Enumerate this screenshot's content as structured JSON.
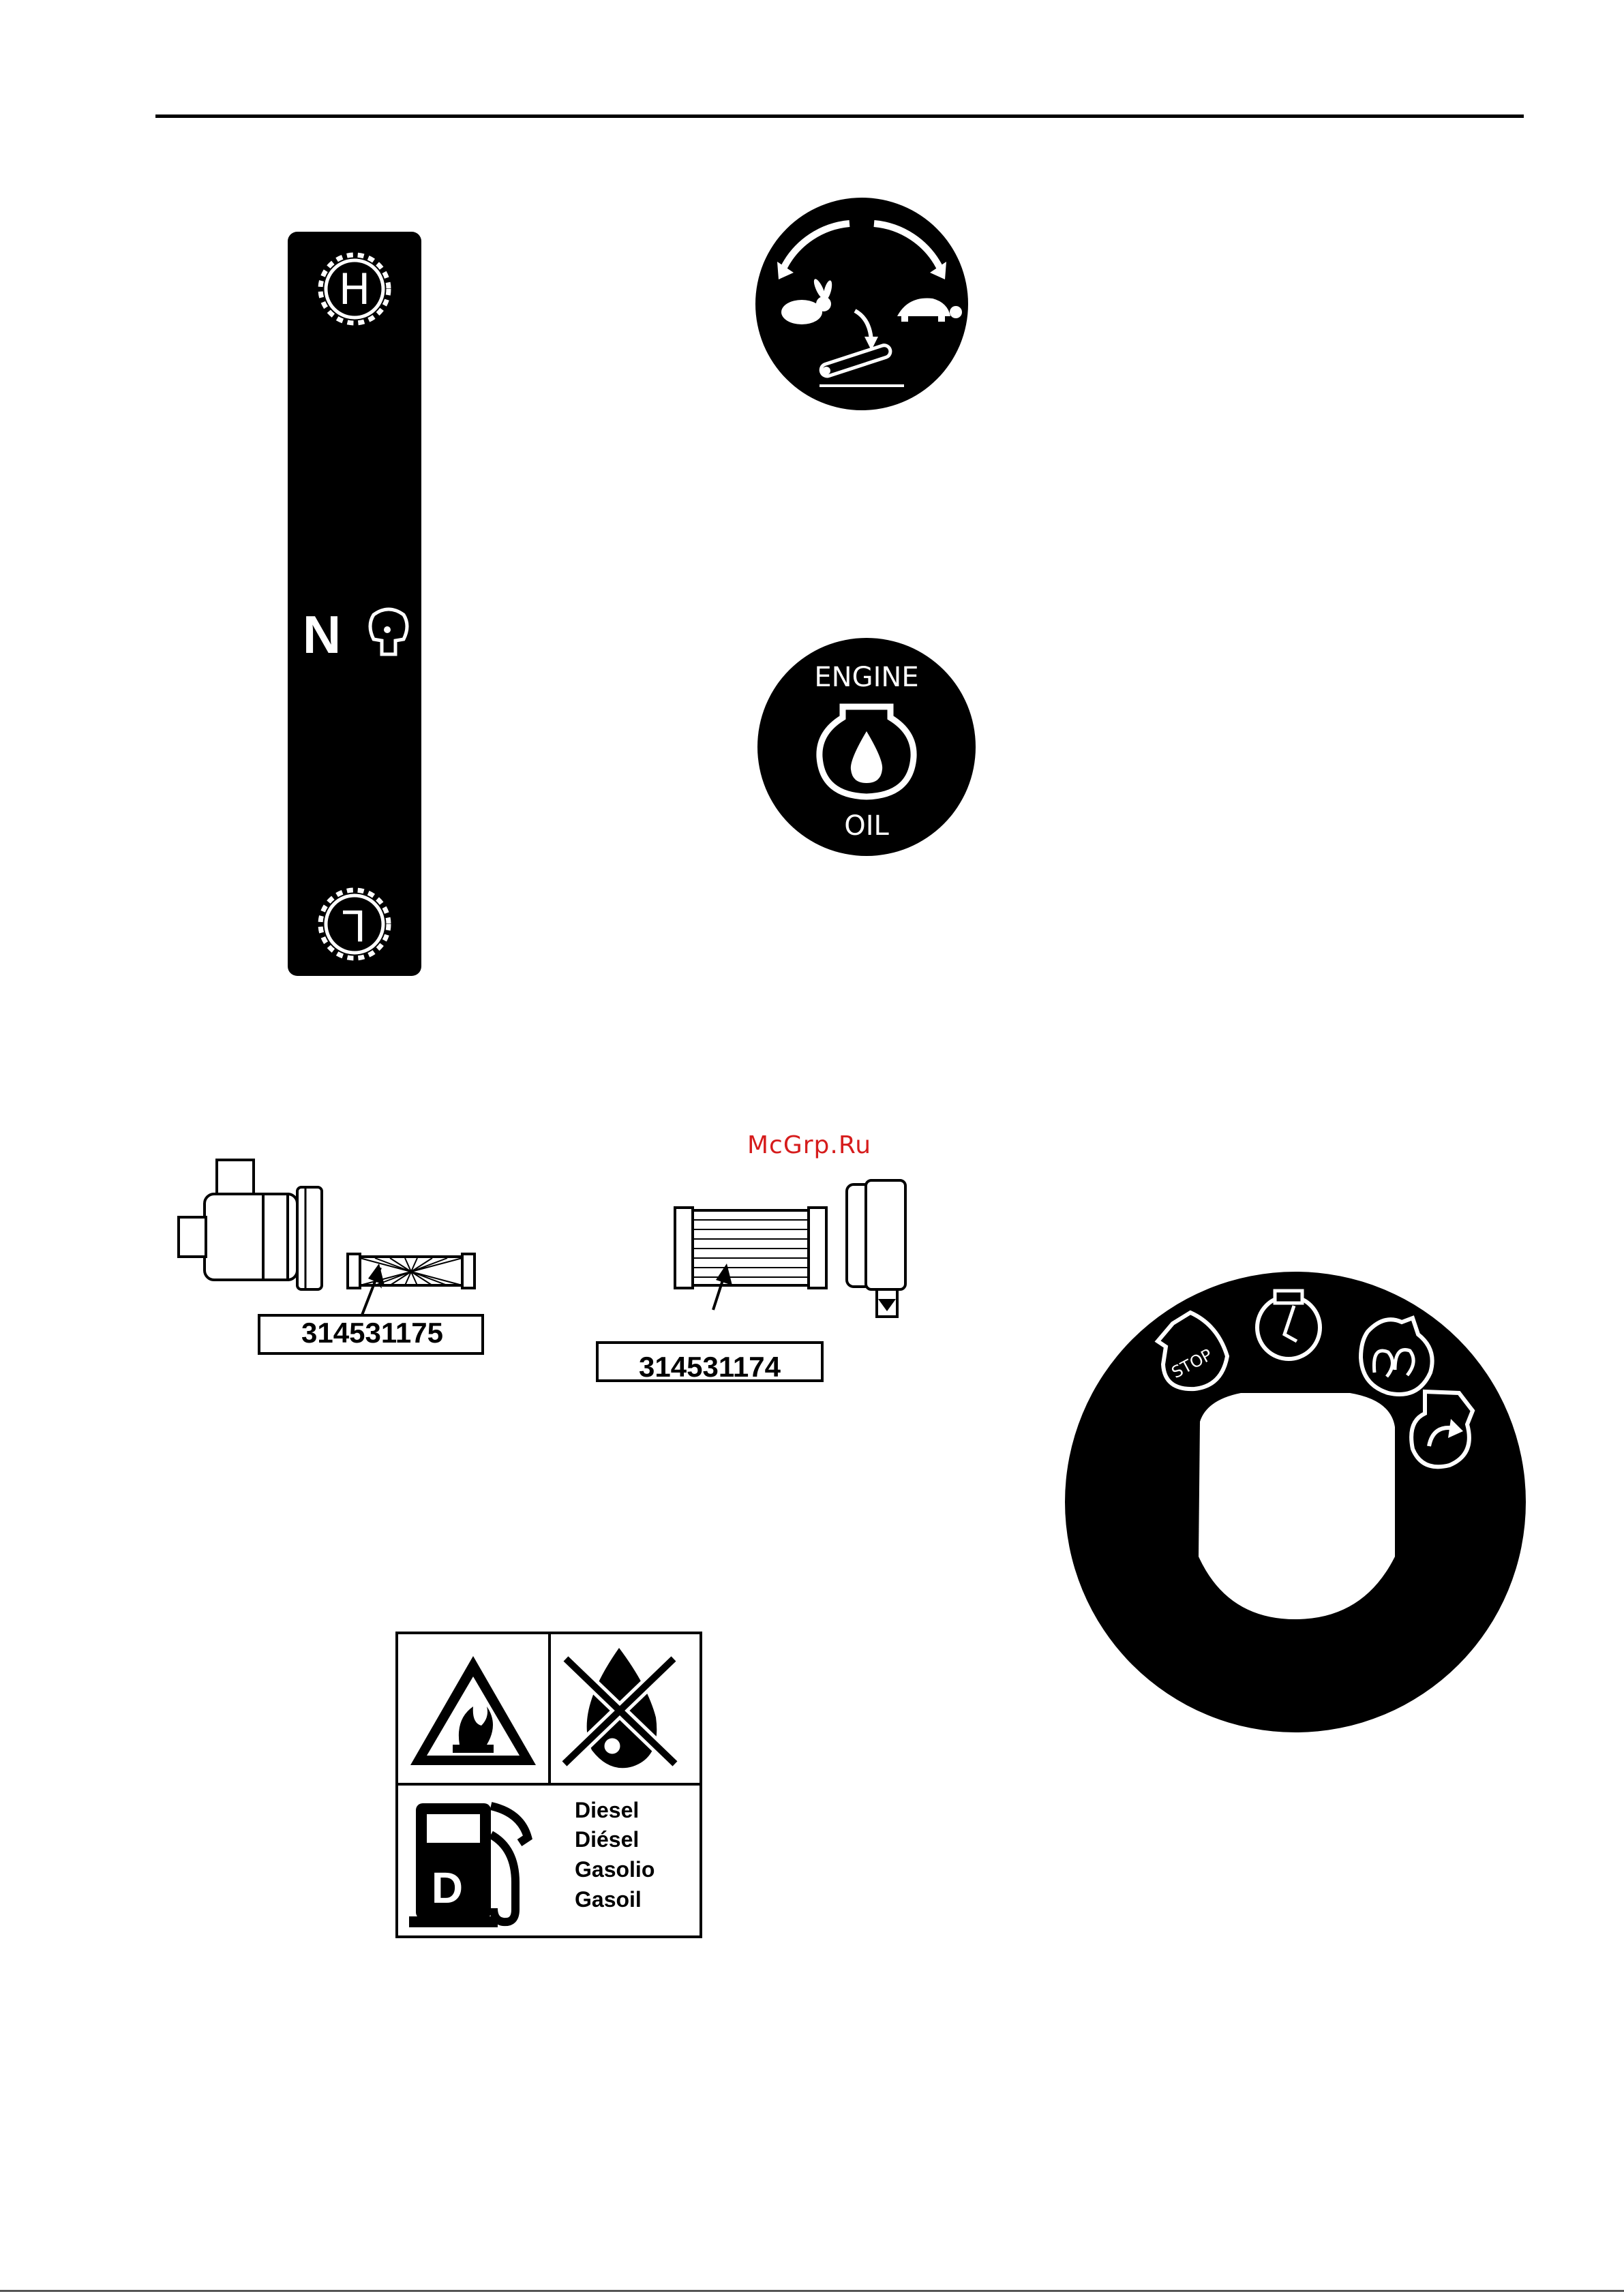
{
  "watermark": "McGrp.Ru",
  "gear_selector": {
    "top_label": "H",
    "middle_label": "N",
    "bottom_label": "L"
  },
  "engine_oil_decal": {
    "top_text": "ENGINE",
    "bottom_text": "OIL"
  },
  "filters": {
    "left_part_number": "314531175",
    "right_part_number": "314531174"
  },
  "ignition_decal": {
    "stop_label": "STOP"
  },
  "fuel_decal": {
    "pump_letter": "D",
    "fuel_names": [
      "Diesel",
      "Diésel",
      "Gasolio",
      "Gasoil"
    ]
  },
  "colors": {
    "ink": "#000000",
    "paper": "#ffffff",
    "watermark": "#d61c1c"
  }
}
